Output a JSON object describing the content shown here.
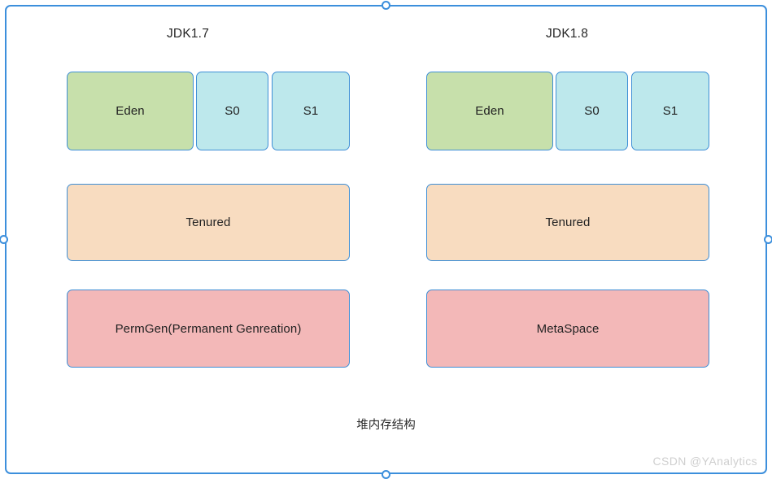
{
  "diagram": {
    "caption": "堆内存结构",
    "watermark": "CSDN @YAnalytics",
    "columns": [
      {
        "id": "jdk17",
        "title": "JDK1.7",
        "rows": [
          {
            "id": "young-gen",
            "boxes": [
              {
                "label": "Eden",
                "color": "#c7e0ab"
              },
              {
                "label": "S0",
                "color": "#bde8ec"
              },
              {
                "label": "S1",
                "color": "#bde8ec"
              }
            ]
          },
          {
            "id": "old-gen",
            "boxes": [
              {
                "label": "Tenured",
                "color": "#f8dcc0"
              }
            ]
          },
          {
            "id": "perm-gen",
            "boxes": [
              {
                "label": "PermGen(Permanent Genreation)",
                "color": "#f3b8b8"
              }
            ]
          }
        ]
      },
      {
        "id": "jdk18",
        "title": "JDK1.8",
        "rows": [
          {
            "id": "young-gen",
            "boxes": [
              {
                "label": "Eden",
                "color": "#c7e0ab"
              },
              {
                "label": "S0",
                "color": "#bde8ec"
              },
              {
                "label": "S1",
                "color": "#bde8ec"
              }
            ]
          },
          {
            "id": "old-gen",
            "boxes": [
              {
                "label": "Tenured",
                "color": "#f8dcc0"
              }
            ]
          },
          {
            "id": "meta-space",
            "boxes": [
              {
                "label": "MetaSpace",
                "color": "#f3b8b8"
              }
            ]
          }
        ]
      }
    ],
    "colors": {
      "selection_border": "#3c8fdc",
      "box_border": "#3f8fd6",
      "eden": "#c7e0ab",
      "survivor": "#bde8ec",
      "tenured": "#f8dcc0",
      "permgen": "#f3b8b8",
      "canvas": "#ffffff"
    }
  }
}
